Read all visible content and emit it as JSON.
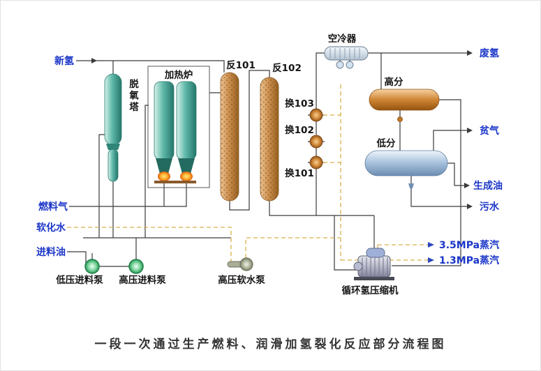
{
  "title": "一段一次通过生产燃料、润滑加氢裂化反应部分流程图",
  "streams": {
    "new_hydrogen": "新氢",
    "waste_hydrogen": "废氢",
    "lean_gas": "贫气",
    "product_oil": "生成油",
    "sewage": "污水",
    "steam_3_5": "3.5MPa蒸汽",
    "steam_1_3": "1.3MPa蒸汽",
    "fuel_gas": "燃料气",
    "softened_water": "软化水",
    "feed_oil": "进料油"
  },
  "equipment": {
    "deox_tower": "脱氧塔",
    "furnace": "加热炉",
    "reactor_101": "反101",
    "reactor_102": "反102",
    "air_cooler": "空冷器",
    "exchanger_103": "换103",
    "exchanger_102": "换102",
    "exchanger_101": "换101",
    "hp_separator": "高分",
    "lp_separator": "低分",
    "lp_feed_pump": "低压进料泵",
    "hp_feed_pump": "高压进料泵",
    "hp_water_pump": "高压软水泵",
    "recycle_compressor": "循环氢压缩机"
  },
  "colors": {
    "stream_label_blue": "#1b36c8",
    "equipment_label_black": "#141414",
    "process_line": "#3a3a3a",
    "utility_dash_yellow": "#d8b04a",
    "teal_vessel": "#5fb8a9",
    "reactor_tan": "#cd9050",
    "hp_separator_orange": "#cf8534",
    "lp_separator_blue": "#a6c0dc",
    "pump_green": "#2a9a56",
    "flame_orange": "#ffae2e"
  }
}
